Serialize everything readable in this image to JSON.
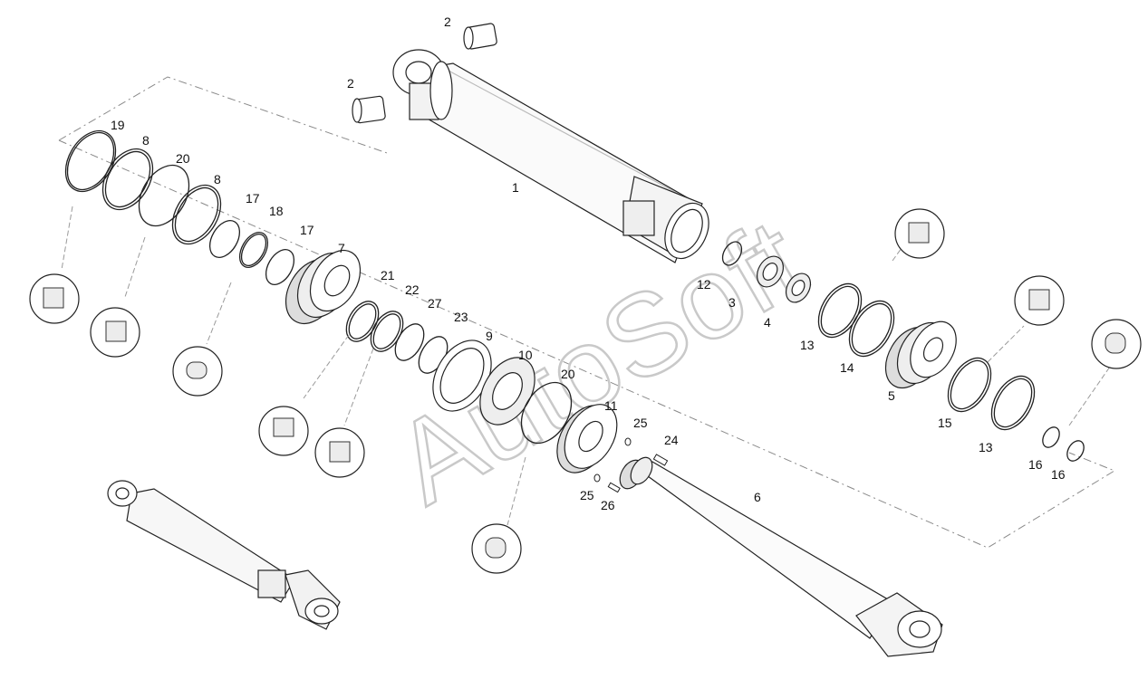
{
  "watermark": "AutoSoft",
  "labels": [
    "1",
    "2",
    "2",
    "3",
    "4",
    "5",
    "6",
    "7",
    "8",
    "8",
    "9",
    "10",
    "11",
    "12",
    "13",
    "13",
    "14",
    "15",
    "16",
    "16",
    "17",
    "17",
    "18",
    "19",
    "20",
    "20",
    "21",
    "22",
    "23",
    "24",
    "25",
    "25",
    "26",
    "27"
  ]
}
